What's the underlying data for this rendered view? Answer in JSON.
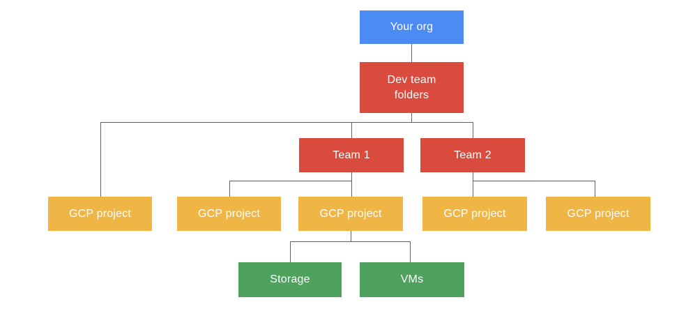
{
  "diagram": {
    "background": "#ffffff",
    "connector_color": "#616161",
    "text_color": "#ffffff",
    "legend_colors": {
      "organization": "#4c8bf4",
      "folder": "#d94c3d",
      "project": "#efb545",
      "resource": "#4fa25d"
    },
    "nodes": [
      {
        "id": "your-org",
        "label": "Your org",
        "type": "organization",
        "color": "#4c8bf4"
      },
      {
        "id": "dev-team-folders",
        "label": "Dev team folders",
        "type": "folder",
        "color": "#d94c3d"
      },
      {
        "id": "team-1",
        "label": "Team 1",
        "type": "folder",
        "color": "#d94c3d"
      },
      {
        "id": "team-2",
        "label": "Team 2",
        "type": "folder",
        "color": "#d94c3d"
      },
      {
        "id": "gcp-project-1",
        "label": "GCP project",
        "type": "project",
        "color": "#efb545"
      },
      {
        "id": "gcp-project-2",
        "label": "GCP project",
        "type": "project",
        "color": "#efb545"
      },
      {
        "id": "gcp-project-3",
        "label": "GCP project",
        "type": "project",
        "color": "#efb545"
      },
      {
        "id": "gcp-project-4",
        "label": "GCP project",
        "type": "project",
        "color": "#efb545"
      },
      {
        "id": "gcp-project-5",
        "label": "GCP project",
        "type": "project",
        "color": "#efb545"
      },
      {
        "id": "storage",
        "label": "Storage",
        "type": "resource",
        "color": "#4fa25d"
      },
      {
        "id": "vms",
        "label": "VMs",
        "type": "resource",
        "color": "#4fa25d"
      }
    ],
    "edges": [
      {
        "from": "your-org",
        "to": "dev-team-folders"
      },
      {
        "from": "dev-team-folders",
        "to": "gcp-project-1"
      },
      {
        "from": "dev-team-folders",
        "to": "team-1"
      },
      {
        "from": "dev-team-folders",
        "to": "team-2"
      },
      {
        "from": "team-1",
        "to": "gcp-project-2"
      },
      {
        "from": "team-1",
        "to": "gcp-project-3"
      },
      {
        "from": "team-2",
        "to": "gcp-project-4"
      },
      {
        "from": "team-2",
        "to": "gcp-project-5"
      },
      {
        "from": "gcp-project-3",
        "to": "storage"
      },
      {
        "from": "gcp-project-3",
        "to": "vms"
      }
    ]
  }
}
